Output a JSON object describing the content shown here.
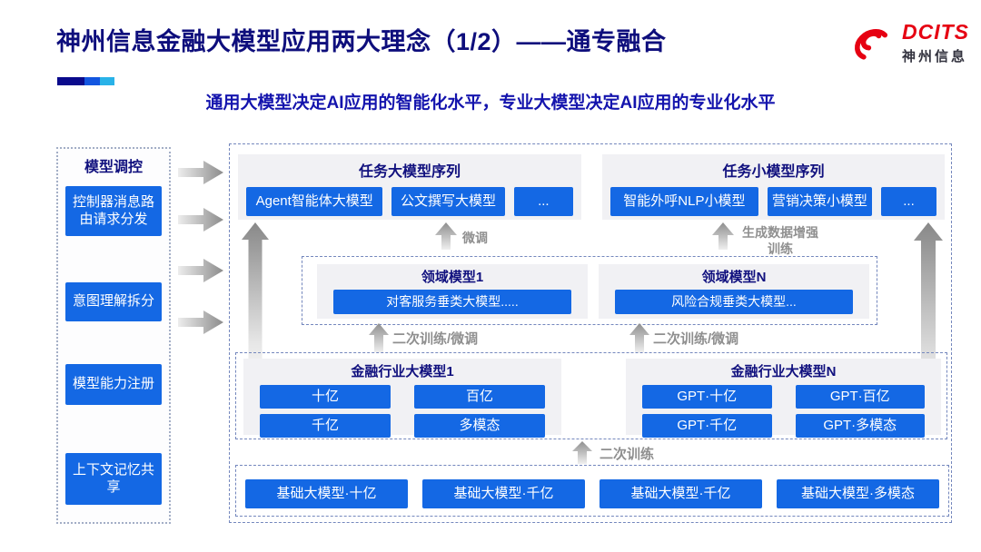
{
  "header": {
    "title": "神州信息金融大模型应用两大理念（1/2）——通专融合",
    "subtitle": "通用大模型决定AI应用的智能化水平，专业大模型决定AI应用的专业化水平",
    "logo": {
      "text": "DCITS",
      "subtext": "神州信息"
    }
  },
  "sidebar": {
    "title": "模型调控",
    "items": [
      "控制器消息路由请求分发",
      "意图理解拆分",
      "模型能力注册",
      "上下文记忆共享"
    ]
  },
  "diagram": {
    "task_large": {
      "title": "任务大模型序列",
      "items": [
        "Agent智能体大模型",
        "公文撰写大模型",
        "..."
      ]
    },
    "task_small": {
      "title": "任务小模型序列",
      "items": [
        "智能外呼NLP小模型",
        "营销决策小模型",
        "..."
      ]
    },
    "labels": {
      "fine_tune": "微调",
      "data_augment": "生成数据增强训练",
      "secondary_left": "二次训练/微调",
      "secondary_right": "二次训练/微调",
      "secondary_train": "二次训练"
    },
    "domain_models": [
      {
        "title": "领域模型1",
        "box": "对客服务垂类大模型....."
      },
      {
        "title": "领域模型N",
        "box": "风险合规垂类大模型..."
      }
    ],
    "industry_models": [
      {
        "title": "金融行业大模型1",
        "items": [
          "十亿",
          "百亿",
          "千亿",
          "多模态"
        ]
      },
      {
        "title": "金融行业大模型N",
        "items": [
          "GPT·十亿",
          "GPT·百亿",
          "GPT·千亿",
          "GPT·多模态"
        ]
      }
    ],
    "base_models": [
      "基础大模型·十亿",
      "基础大模型·千亿",
      "基础大模型·千亿",
      "基础大模型·多模态"
    ]
  },
  "colors": {
    "accent_blue": "#1468E4",
    "title_navy": "#0E0E7C",
    "subtitle_blue": "#1414AD",
    "logo_red": "#E60012",
    "label_gray": "#8F8F8F"
  }
}
